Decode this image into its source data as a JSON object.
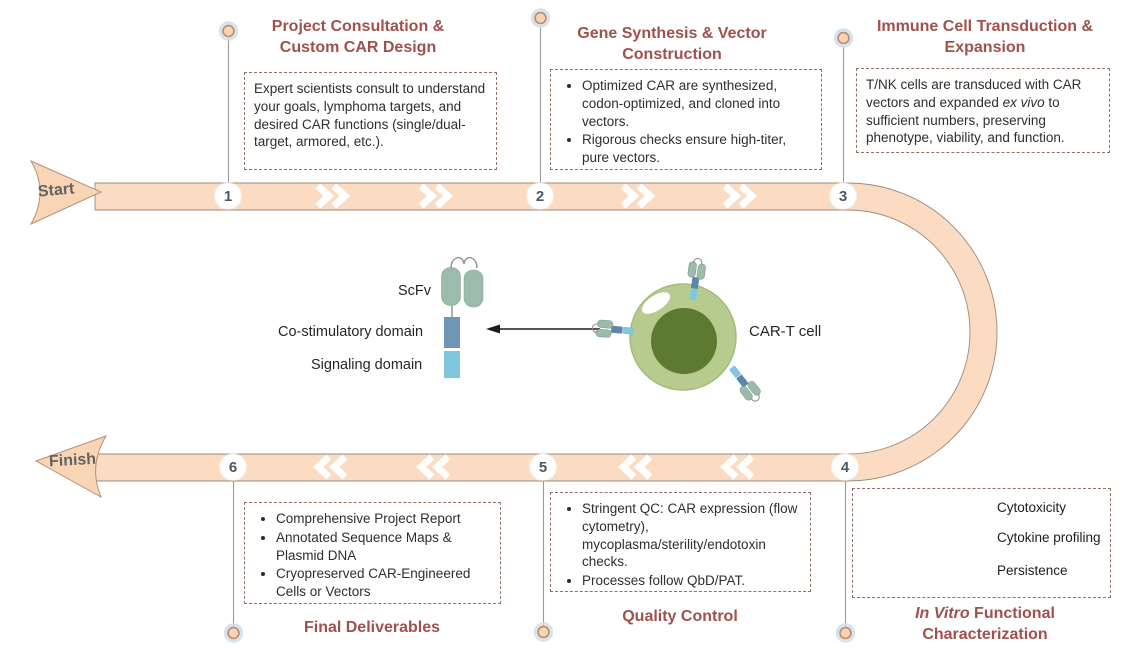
{
  "colors": {
    "track_fill": "#fbdbc2",
    "track_stroke": "#9a8b7e",
    "title_accent": "#a0514c",
    "box_border": "#8f7264",
    "ring_fill": "#f6d4b4",
    "ring_stroke": "#bd8f72",
    "cell_body": "#b8cb8f",
    "cell_nucleus": "#5e7a31",
    "scfv_capsule": "#9cbbaa",
    "costim_blue": "#7195b4",
    "signaling_blue": "#7fc6df",
    "dish_rim": "#2f3e52",
    "dish_fill": "#ddf0f7"
  },
  "timeline": {
    "start_label": "Start",
    "finish_label": "Finish",
    "steps": [
      {
        "num": "1",
        "title": "Project Consultation & Custom CAR Design",
        "body": "Expert scientists consult to understand your goals, lymphoma targets, and desired CAR functions (single/dual-target, armored, etc.)."
      },
      {
        "num": "2",
        "title": "Gene Synthesis & Vector Construction",
        "bullets": [
          "Optimized CAR are synthesized, codon-optimized, and cloned into vectors.",
          "Rigorous checks ensure high-titer, pure vectors."
        ]
      },
      {
        "num": "3",
        "title": "Immune Cell Transduction & Expansion",
        "body_pre": "T/NK cells are transduced with CAR vectors and expanded ",
        "body_italic": "ex vivo",
        "body_post": " to sufficient numbers, preserving phenotype, viability, and function."
      },
      {
        "num": "4",
        "title_italic": "In Vitro",
        "title_rest": " Functional Characterization",
        "outputs": [
          "Cytotoxicity",
          "Cytokine profiling",
          "Persistence"
        ]
      },
      {
        "num": "5",
        "title": "Quality Control",
        "bullets": [
          "Stringent QC: CAR expression (flow cytometry), mycoplasma/sterility/endotoxin checks.",
          "Processes follow QbD/PAT."
        ]
      },
      {
        "num": "6",
        "title": "Final Deliverables",
        "bullets": [
          "Comprehensive Project Report",
          "Annotated Sequence Maps & Plasmid DNA",
          "Cryopreserved CAR-Engineered Cells or Vectors"
        ]
      }
    ]
  },
  "car_diagram": {
    "scfv_label": "ScFv",
    "costim_label": "Co-stimulatory domain",
    "signaling_label": "Signaling domain",
    "cell_label": "CAR-T cell"
  }
}
